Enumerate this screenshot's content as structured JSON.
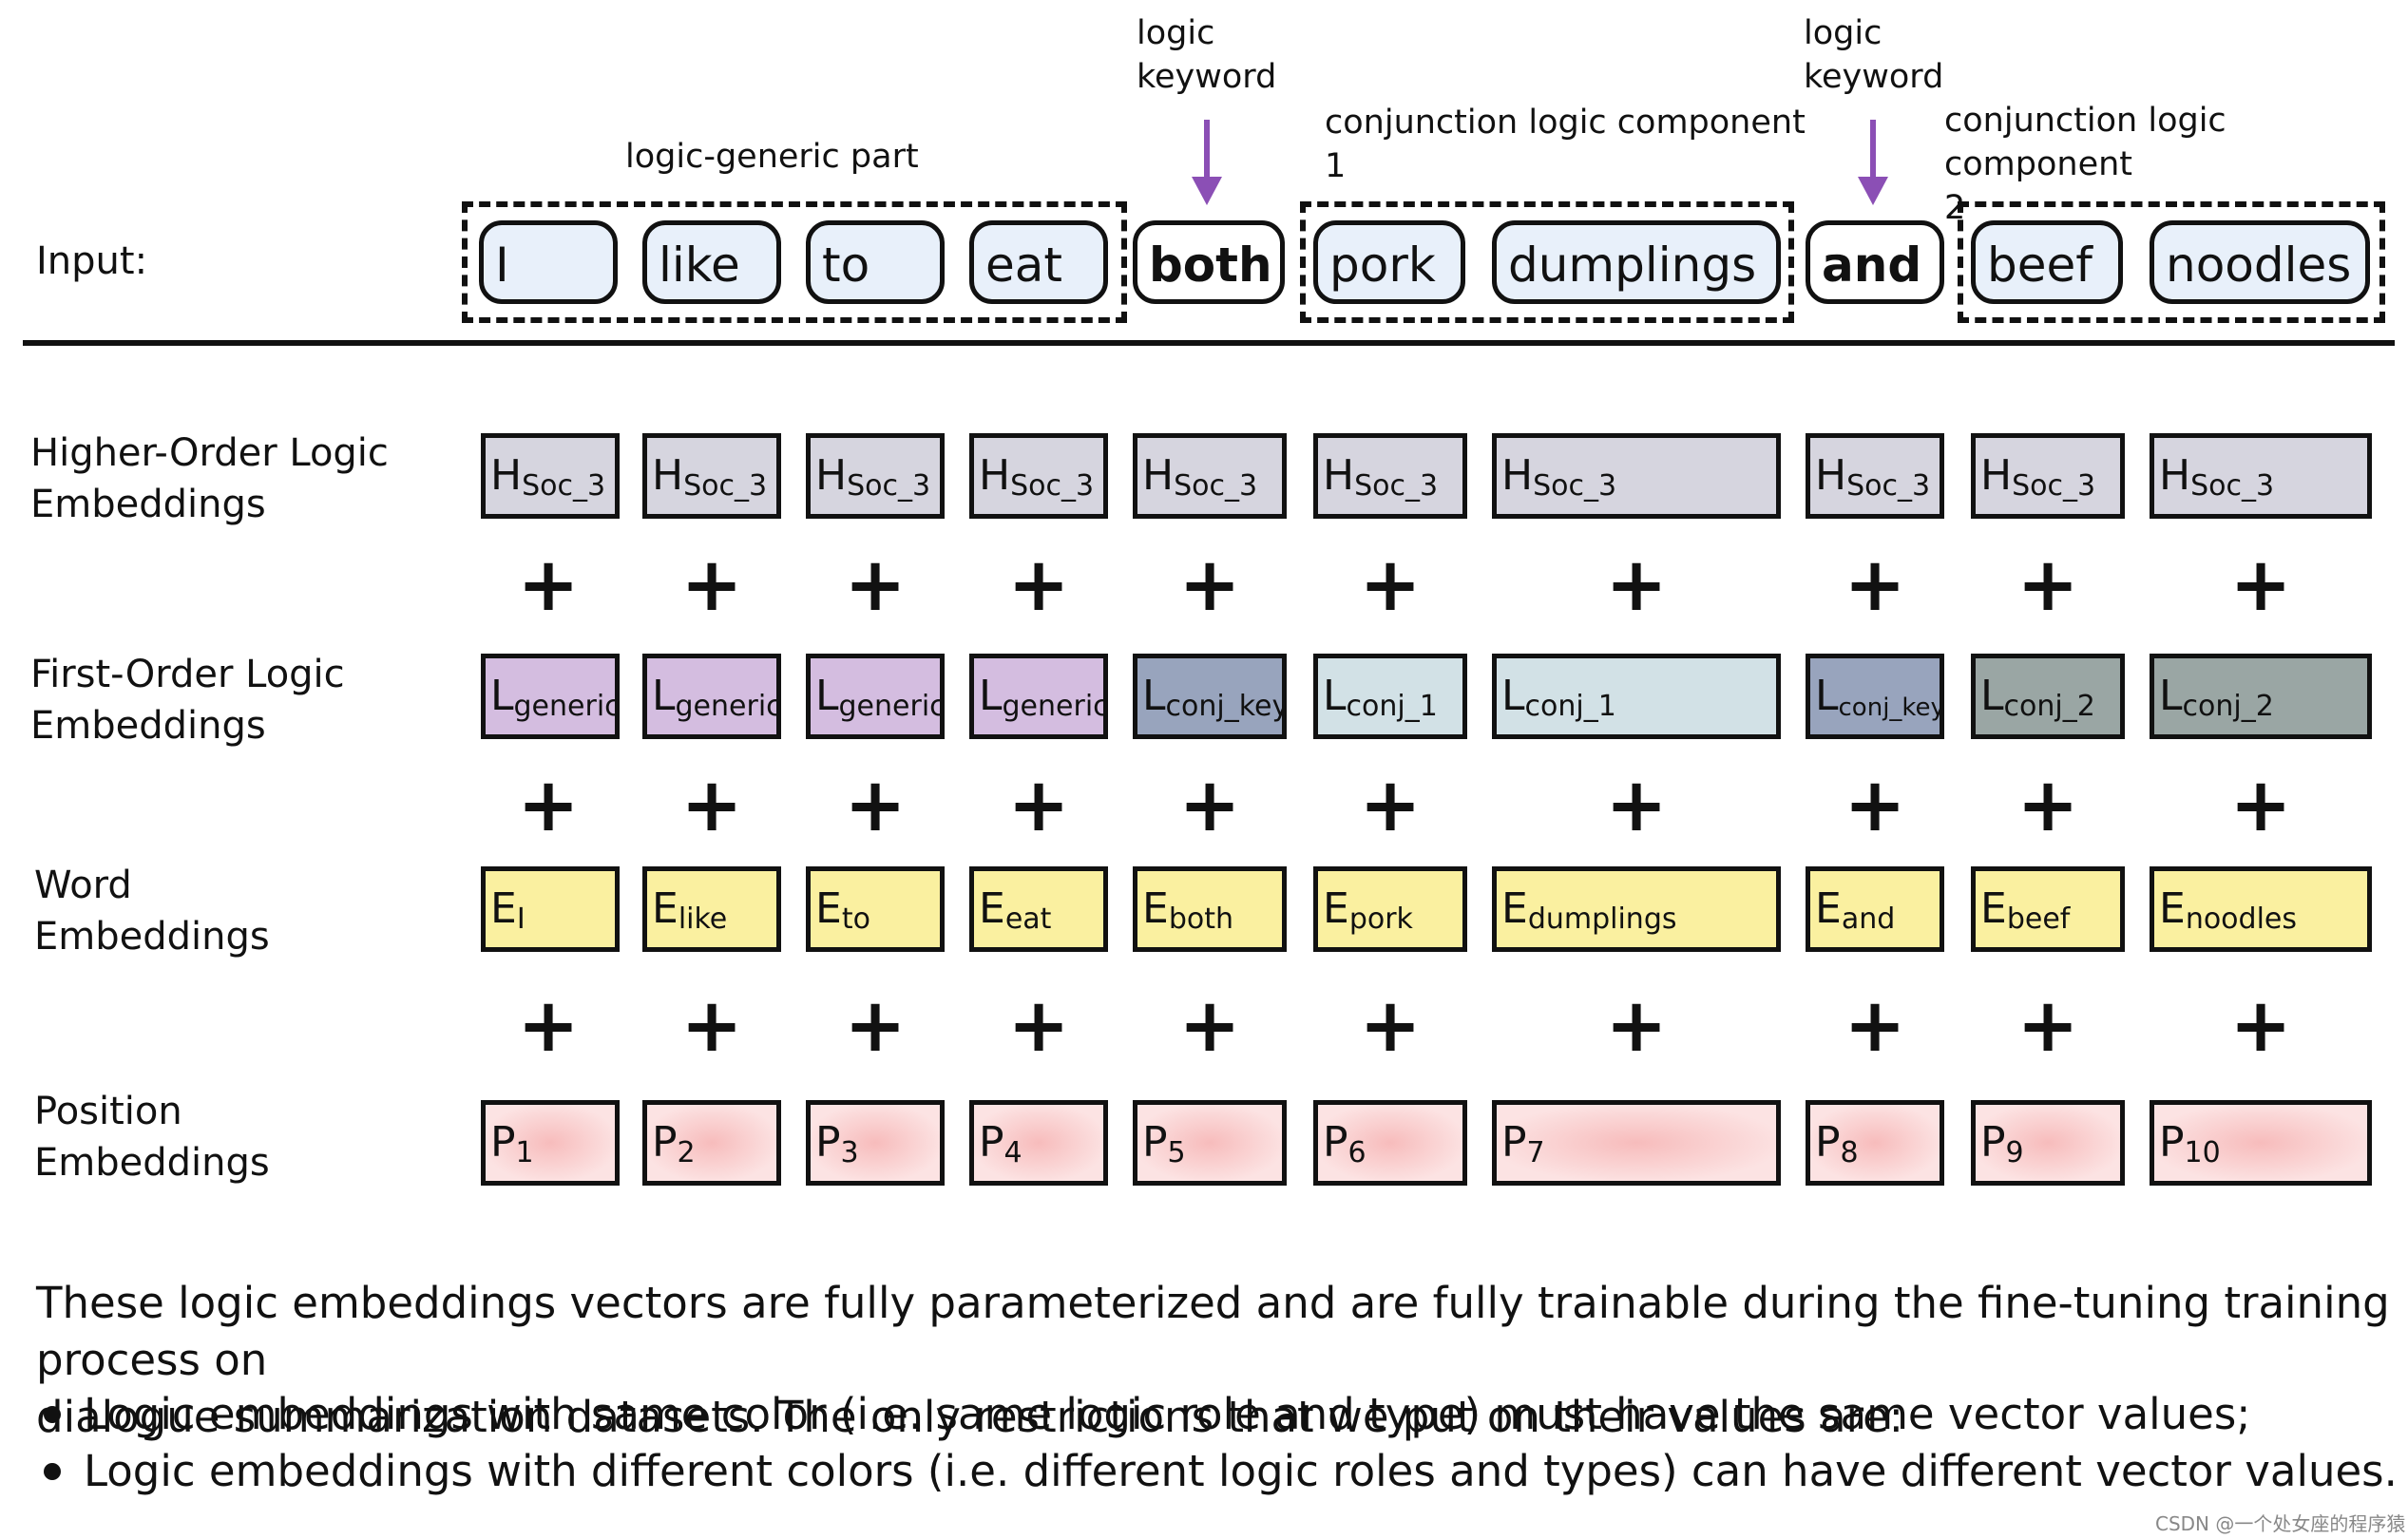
{
  "annotations": {
    "logic_generic": "logic-generic part",
    "keyword1": [
      "logic",
      "keyword"
    ],
    "conj1": [
      "conjunction logic component",
      "1"
    ],
    "keyword2": [
      "logic",
      "keyword"
    ],
    "conj2": [
      "conjunction logic component",
      "2"
    ]
  },
  "input_label": "Input:",
  "tokens": [
    "I",
    "like",
    "to",
    "eat",
    "both",
    "pork",
    "dumplings",
    "and",
    "beef",
    "noodles"
  ],
  "rows": {
    "higher": {
      "label": [
        "Higher-Order Logic",
        "Embeddings"
      ],
      "base": "H",
      "sub": "Soc_3"
    },
    "first": {
      "label": [
        "First-Order Logic",
        "Embeddings"
      ],
      "base": "L",
      "subs": [
        "generic",
        "generic",
        "generic",
        "generic",
        "conj_key",
        "conj_1",
        "conj_1",
        "conj_key",
        "conj_2",
        "conj_2"
      ]
    },
    "word": {
      "label": [
        "Word",
        "Embeddings"
      ],
      "base": "E",
      "subs": [
        "I",
        "like",
        "to",
        "eat",
        "both",
        "pork",
        "dumplings",
        "and",
        "beef",
        "noodles"
      ]
    },
    "position": {
      "label": [
        "Position",
        "Embeddings"
      ],
      "base": "P",
      "subs": [
        "1",
        "2",
        "3",
        "4",
        "5",
        "6",
        "7",
        "8",
        "9",
        "10"
      ]
    }
  },
  "plus": "+",
  "caption": {
    "lines": [
      "These logic embeddings vectors are fully parameterized and are fully trainable during the fine-tuning training process on",
      "dialogue summarization datasets. The only restrictions that we put on their values are:"
    ],
    "bullets": [
      "Logic embeddings with same color (i.e. same logic role and type) must have the same vector values;",
      "Logic embeddings with different colors (i.e. different logic roles and types) can have different vector values."
    ]
  },
  "colors": {
    "higher": "#d6d5df",
    "generic": "#d4bde0",
    "conj_key": "#98a4bd",
    "conj_1": "#d2e1e6",
    "conj_2": "#9aa6a4",
    "word": "#faf0a0",
    "position": "#f7bcbc",
    "token": "#e8f0fa",
    "arrow": "#8b4fb5"
  },
  "watermark": "CSDN @一个处女座的程序猿"
}
